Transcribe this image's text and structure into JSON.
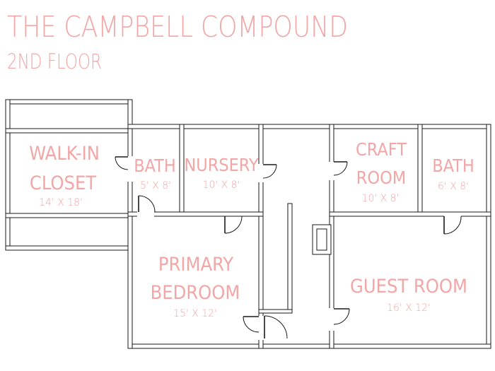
{
  "header": {
    "title": "THE CAMPBELL COMPOUND",
    "subtitle": "2ND FLOOR"
  },
  "colors": {
    "label": "#f2a6a6",
    "wall": "#1a1a1a"
  },
  "rooms": {
    "walk_in_closet": {
      "line1": "WALK-IN",
      "line2": "CLOSET",
      "size": "14' X 18'"
    },
    "bath_left": {
      "line1": "BATH",
      "size": "5' X 8'"
    },
    "nursery": {
      "line1": "NURSERY",
      "size": "10' X 8'"
    },
    "craft_room": {
      "line1": "CRAFT",
      "line2": "ROOM",
      "size": "10' X 8'"
    },
    "bath_right": {
      "line1": "BATH",
      "size": "6' X 8'"
    },
    "primary_bedroom": {
      "line1": "PRIMARY",
      "line2": "BEDROOM",
      "size": "15' X 12'"
    },
    "guest_room": {
      "line1": "GUEST ROOM",
      "size": "16' X 12'"
    }
  }
}
